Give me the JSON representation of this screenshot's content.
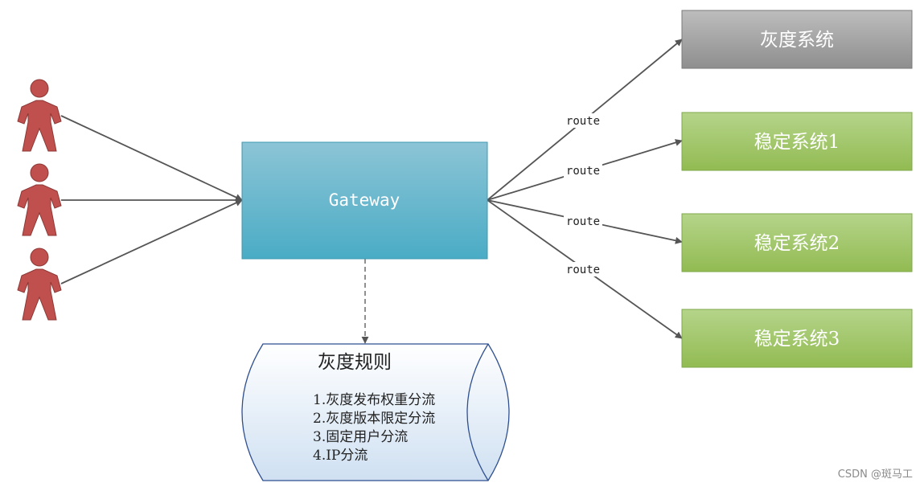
{
  "gateway": {
    "label": "Gateway"
  },
  "targets": [
    {
      "label": "灰度系统",
      "kind": "gray"
    },
    {
      "label": "稳定系统1",
      "kind": "stable"
    },
    {
      "label": "稳定系统2",
      "kind": "stable"
    },
    {
      "label": "稳定系统3",
      "kind": "stable"
    }
  ],
  "route_labels": [
    "route",
    "route",
    "route",
    "route"
  ],
  "rules": {
    "title": "灰度规则",
    "items": [
      "1.灰度发布权重分流",
      "2.灰度版本限定分流",
      "3.固定用户分流",
      "4.IP分流"
    ]
  },
  "users": [
    {
      "icon": "user-icon"
    },
    {
      "icon": "user-icon"
    },
    {
      "icon": "user-icon"
    }
  ],
  "watermark": "CSDN @斑马工",
  "colors": {
    "user_fill": "#c0504d",
    "user_stroke": "#8c3836",
    "gateway_top": "#8cc4d6",
    "gateway_bottom": "#4aacc5",
    "gray_top": "#bdbdbd",
    "gray_bottom": "#8e8e8e",
    "stable_top": "#b5d48a",
    "stable_bottom": "#92bb52",
    "arrow": "#555555",
    "rules_fill_top": "#ffffff",
    "rules_fill_bottom": "#cfe0f2",
    "rules_stroke": "#2f4f8f"
  }
}
